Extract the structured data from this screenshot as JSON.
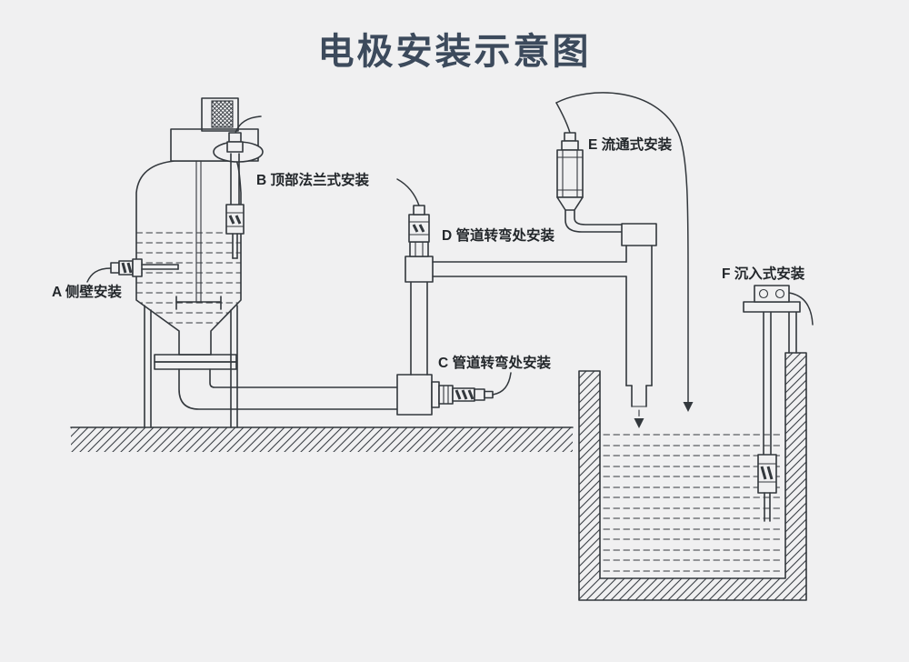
{
  "title": "电极安装示意图",
  "labels": {
    "a": "A 侧壁安装",
    "b": "B 顶部法兰式安装",
    "c": "C 管道转弯处安装",
    "d": "D 管道转弯处安装",
    "e": "E 流通式安装",
    "f": "F 沉入式安装"
  },
  "colors": {
    "background": "#f0f0f1",
    "line": "#33383d",
    "title": "#3c4a5c",
    "label": "#22262a",
    "hatch": "#3a3f45"
  }
}
